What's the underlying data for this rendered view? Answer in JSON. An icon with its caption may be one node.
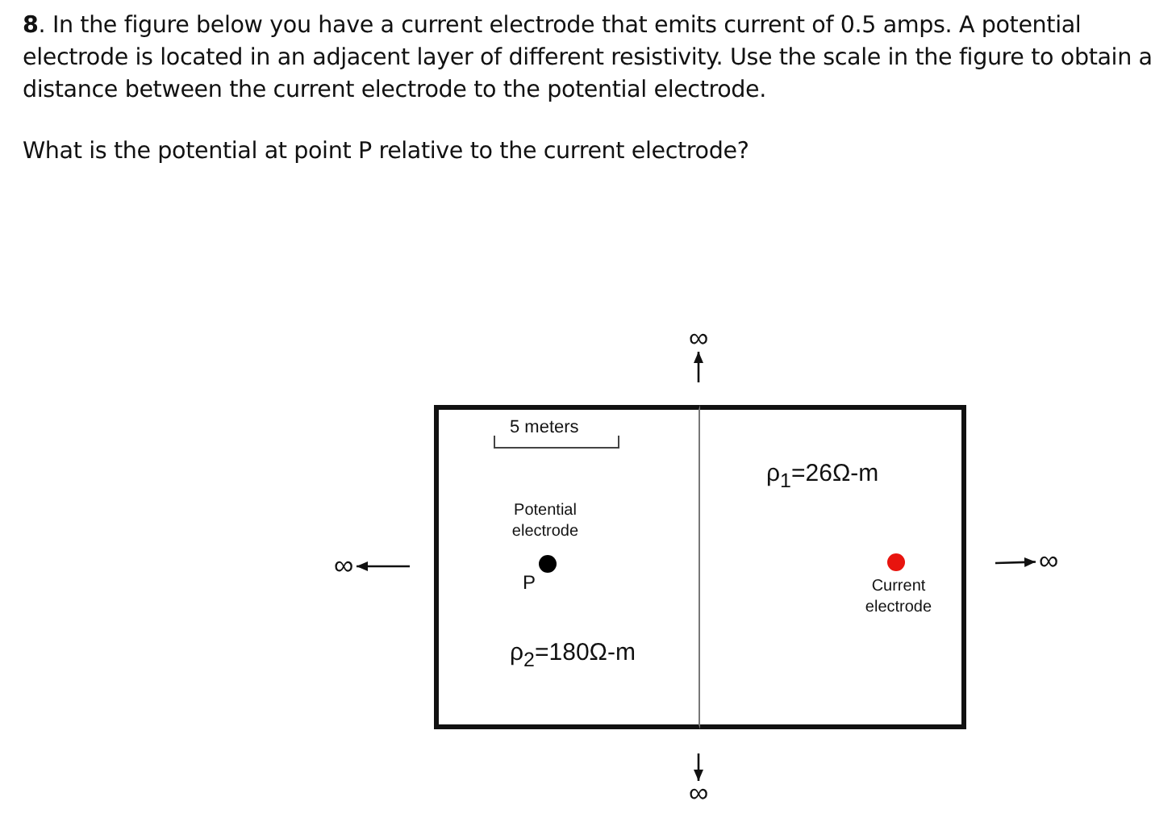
{
  "diagram": {
    "nodes": [
      {
        "text": [
          "∞"
        ]
      },
      {
        "text": [
          "ρ$_{2}$=180Ω-m"
        ]
      },
      {
        "text": [
          "Potential electrode"
        ],
        "beside": [
          "P"
        ],
        "in": 1
      },
      {
        "text": [
          "ρ$_{1}$=26Ω-m"
        ]
      },
      {
        "text": [
          "Current electrode"
        ],
        "in": 3
      },
      {
        "text": [
          "∞"
        ]
      },
      {
        "text": [
          "∞"
        ]
      },
      {
        "text": [
          "∞"
        ]
      }
    ],
    "edges": [
      {
        "from": null,
        "to": 0,
        "arrow": "to"
      },
      {
        "from": null,
        "to": 5,
        "arrow": "to"
      },
      {
        "from": null,
        "to": 6,
        "arrow": "to"
      },
      {
        "from": null,
        "to": 7,
        "arrow": "to"
      }
    ],
    "labels": [
      "**8**. In the figure below you have a current electrode that emits current of 0.5 amps. A potential electrode is located in an adjacent layer of different resistivity. Use the scale in the figure to obtain a distance between the current electrode to the potential electrode.",
      "What is the potential at point P relative to the current electrode?",
      "5 meters"
    ]
  }
}
